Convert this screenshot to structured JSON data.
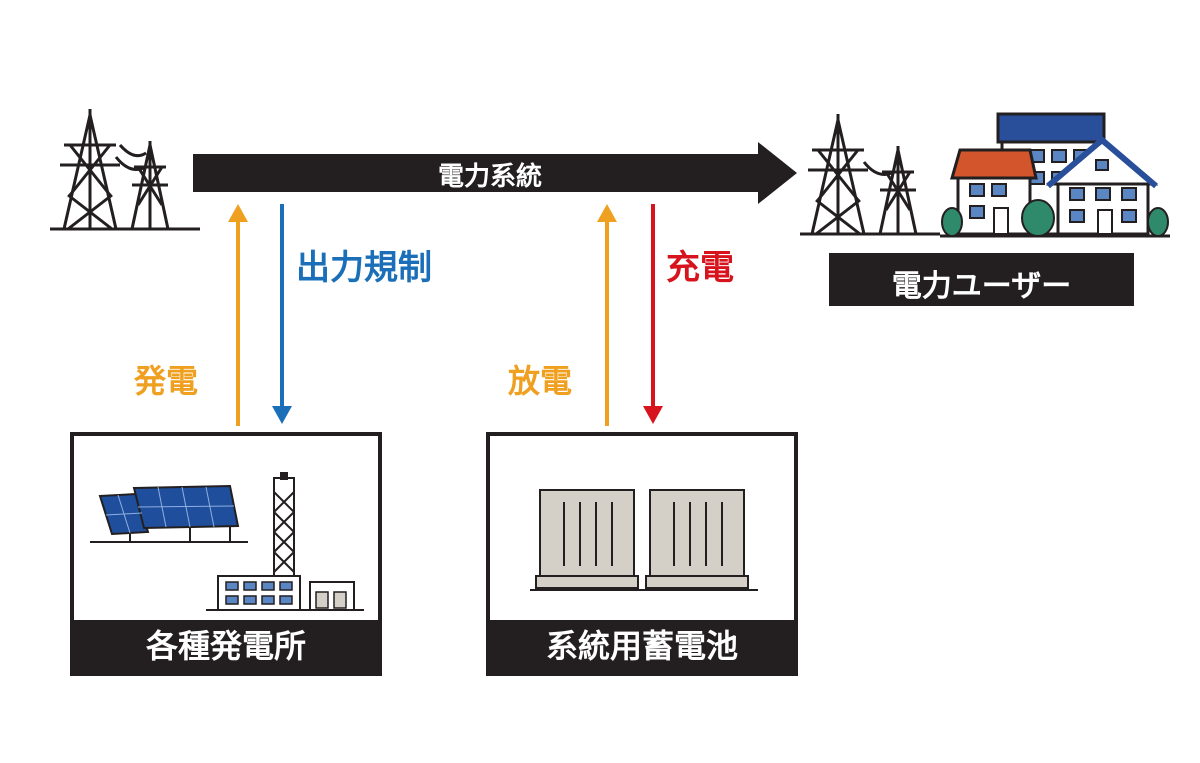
{
  "grid_label": "電力系統",
  "users_label": "電力ユーザー",
  "flows": {
    "generation": "発電",
    "output_control": "出力規制",
    "discharge": "放電",
    "charge": "充電"
  },
  "plants_label": "各種発電所",
  "battery_label": "系統用蓄電池",
  "colors": {
    "dark": "#231f20",
    "orange": "#f0a020",
    "blue": "#1a6fb8",
    "red": "#d7141e",
    "solar": "#1f4e9c",
    "roof_blue": "#2a4f9a",
    "roof_red": "#d2552b",
    "tree": "#2e8a6a",
    "battery": "#d4d0c8"
  }
}
